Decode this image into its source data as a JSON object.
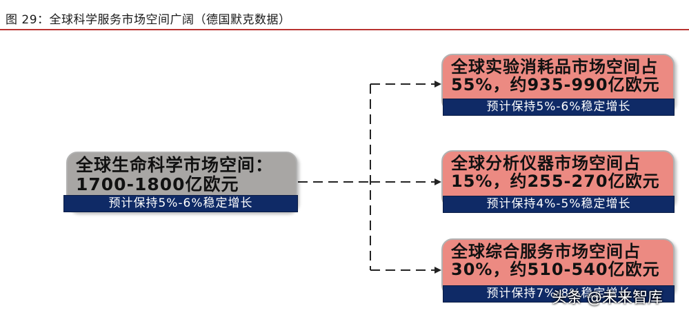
{
  "figure_title": "图 29：全球科学服务市场空间广阔（德国默克数据）",
  "main": {
    "text": "全球生命科学市场空间：1700-1800亿欧元",
    "growth": "预计保持5%-6%稳定增长"
  },
  "branches": [
    {
      "text": "全球实验消耗品市场空间占55%，约935-990亿欧元",
      "growth": "预计保持5%-6%稳定增长"
    },
    {
      "text": "全球分析仪器市场空间占15%，约255-270亿欧元",
      "growth": "预计保持4%-5%稳定增长"
    },
    {
      "text": "全球综合服务市场空间占30%，约510-540亿欧元",
      "growth": "预计保持7%-8%稳定增长"
    }
  ],
  "watermark": "头条 @未来智库",
  "colors": {
    "main_box": "#a8a6a4",
    "branch_box": "#ec8a82",
    "growth_bar": "#0f2a66",
    "title_rule": "#b8312f"
  }
}
